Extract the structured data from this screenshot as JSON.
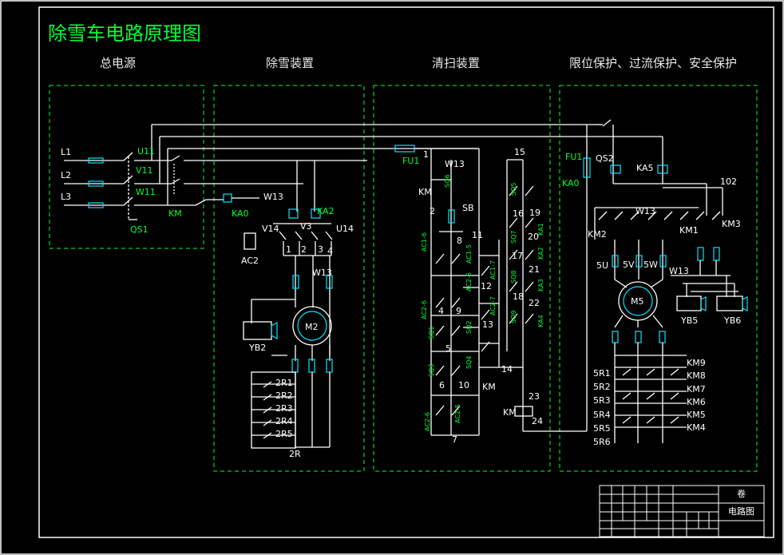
{
  "title": "除雪车电路原理图",
  "sections": [
    "总电源",
    "除雪装置",
    "清扫装置",
    "限位保护、过流保护、安全保护"
  ],
  "power": {
    "phases": [
      "L1",
      "L2",
      "L3"
    ],
    "taps": [
      "U11",
      "V11",
      "W11"
    ],
    "qs1": "QS1",
    "km": "KM",
    "ka0": "KA0",
    "w13": "W13"
  },
  "snow": {
    "ka2": "KA2",
    "v14": "V14",
    "v3": "V3",
    "u14": "U14",
    "nodes": [
      "1",
      "2",
      "3",
      "4"
    ],
    "ac2": "AC2",
    "w13": "W13",
    "motor": "M2",
    "yb2": "YB2",
    "resistors": [
      "2R1",
      "2R2",
      "2R3",
      "2R4",
      "2R5"
    ],
    "r_group": "2R"
  },
  "sweep": {
    "fu1": "FU1",
    "w13": "W13",
    "km": "KM",
    "sb": "SB",
    "left_nodes": [
      "1",
      "2",
      "8",
      "11",
      "12",
      "4",
      "9",
      "13",
      "5",
      "14",
      "6",
      "10",
      "7"
    ],
    "right_nodes": [
      "15",
      "16",
      "19",
      "17",
      "20",
      "21",
      "18",
      "22",
      "23",
      "24"
    ],
    "km2": "KM",
    "km_coil": "KM",
    "switch_tags": [
      "SQ6",
      "AC1-6",
      "AC1-5",
      "AC2-5",
      "AC2-6",
      "SQ1",
      "SQ3",
      "SQ2",
      "SQ4",
      "AC2-7",
      "AC1-7",
      "SQ5",
      "SQ7",
      "SQ8",
      "SQ9",
      "KA1",
      "KA2",
      "KA3",
      "KA4",
      "AC2-6",
      "AC2-5"
    ]
  },
  "protect": {
    "fu1": "FU1",
    "ka0": "KA0",
    "qs2": "QS2",
    "ka5": "KA5",
    "n102": "102",
    "w13": "W13",
    "km2": "KM2",
    "km1": "KM1",
    "km3": "KM3",
    "u5": "5U",
    "v5": "5V",
    "w5": "5W",
    "w13b": "W13",
    "motor": "M5",
    "yb5": "YB5",
    "yb6": "YB6",
    "resistors": [
      "5R1",
      "5R2",
      "5R3",
      "5R4",
      "5R5",
      "5R6"
    ],
    "contacts": [
      "KM9",
      "KM8",
      "KM7",
      "KM6",
      "KM5",
      "KM4"
    ]
  },
  "titleblock": {
    "mark": "卷",
    "name": "电路图"
  }
}
